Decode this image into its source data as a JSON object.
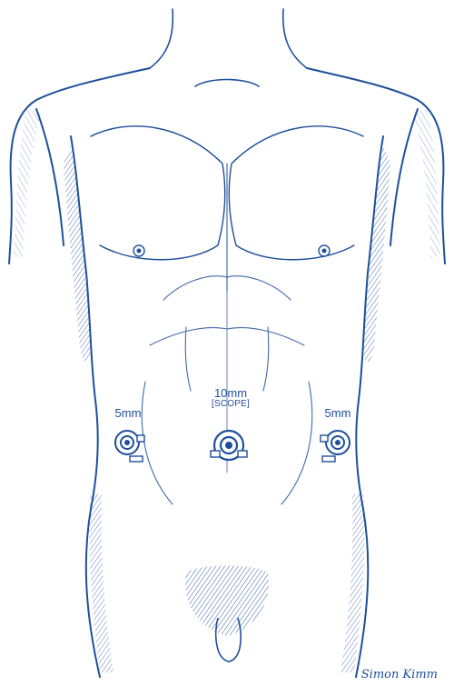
{
  "colors": {
    "ink": "#1f4f9a",
    "ink_light": "#5b7fbf",
    "background": "#ffffff"
  },
  "ports": [
    {
      "id": "left",
      "size": "5mm"
    },
    {
      "id": "center",
      "size": "10mm",
      "note": "[SCOPE]"
    },
    {
      "id": "right",
      "size": "5mm"
    }
  ],
  "signature": "Simon Kimm"
}
